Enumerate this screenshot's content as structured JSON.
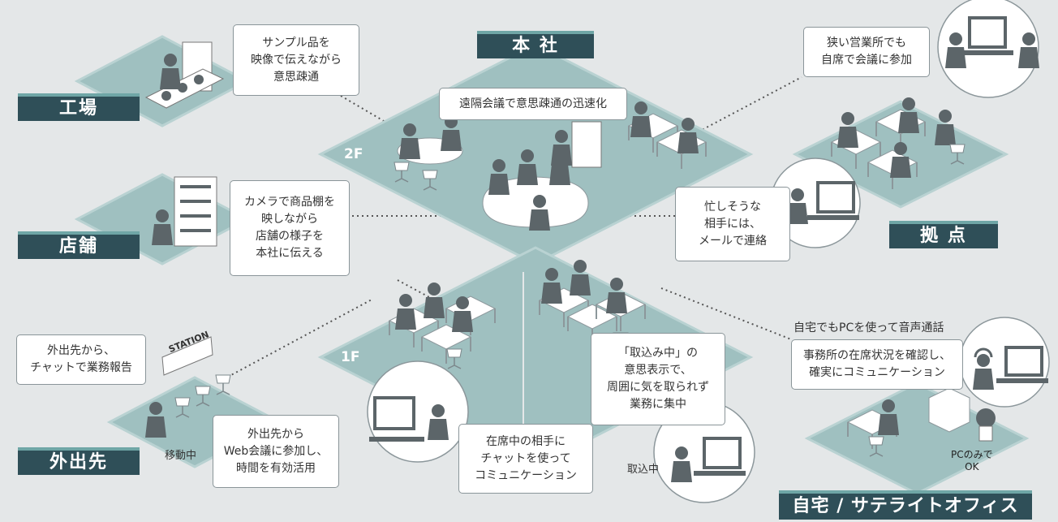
{
  "locations": {
    "headquarters": "本 社",
    "factory": "工場",
    "store": "店舗",
    "outside": "外出先",
    "base": "拠 点",
    "home": "自宅 / サテライトオフィス"
  },
  "floors": {
    "upper": "2F",
    "lower": "1F"
  },
  "callouts": {
    "factory": "サンプル品を\n映像で伝えながら\n意思疎通",
    "hq_meeting": "遠隔会議で意思疎通の迅速化",
    "base_small": "狭い営業所でも\n自席で会議に参加",
    "store": "カメラで商品棚を\n映しながら\n店舗の様子を\n本社に伝える",
    "base_busy": "忙しそうな\n相手には、\nメールで連絡",
    "outside_chat": "外出先から、\nチャットで業務報告",
    "outside_web": "外出先から\nWeb会議に参加し、\n時間を有効活用",
    "focus": "「取込み中」の\n意思表示で、\n周囲に気を取られず\n業務に集中",
    "chat_inoffice": "在席中の相手に\nチャットを使って\nコミュニケーション",
    "home_status": "事務所の在席状況を確認し、\n確実にコミュニケーション"
  },
  "texts": {
    "home_voice": "自宅でもPCを使って音声通話",
    "moving": "移動中",
    "busy": "取込中",
    "pc_only": "PCのみで\nOK",
    "station_sign": "STATION"
  },
  "colors": {
    "label_bg": "#2f4f58",
    "label_stripe": "#6fa6a6",
    "floor": "#9fc0c0",
    "floor_edge": "#b9d2d2",
    "figure": "#5c6569",
    "background": "#e4e7e8"
  }
}
